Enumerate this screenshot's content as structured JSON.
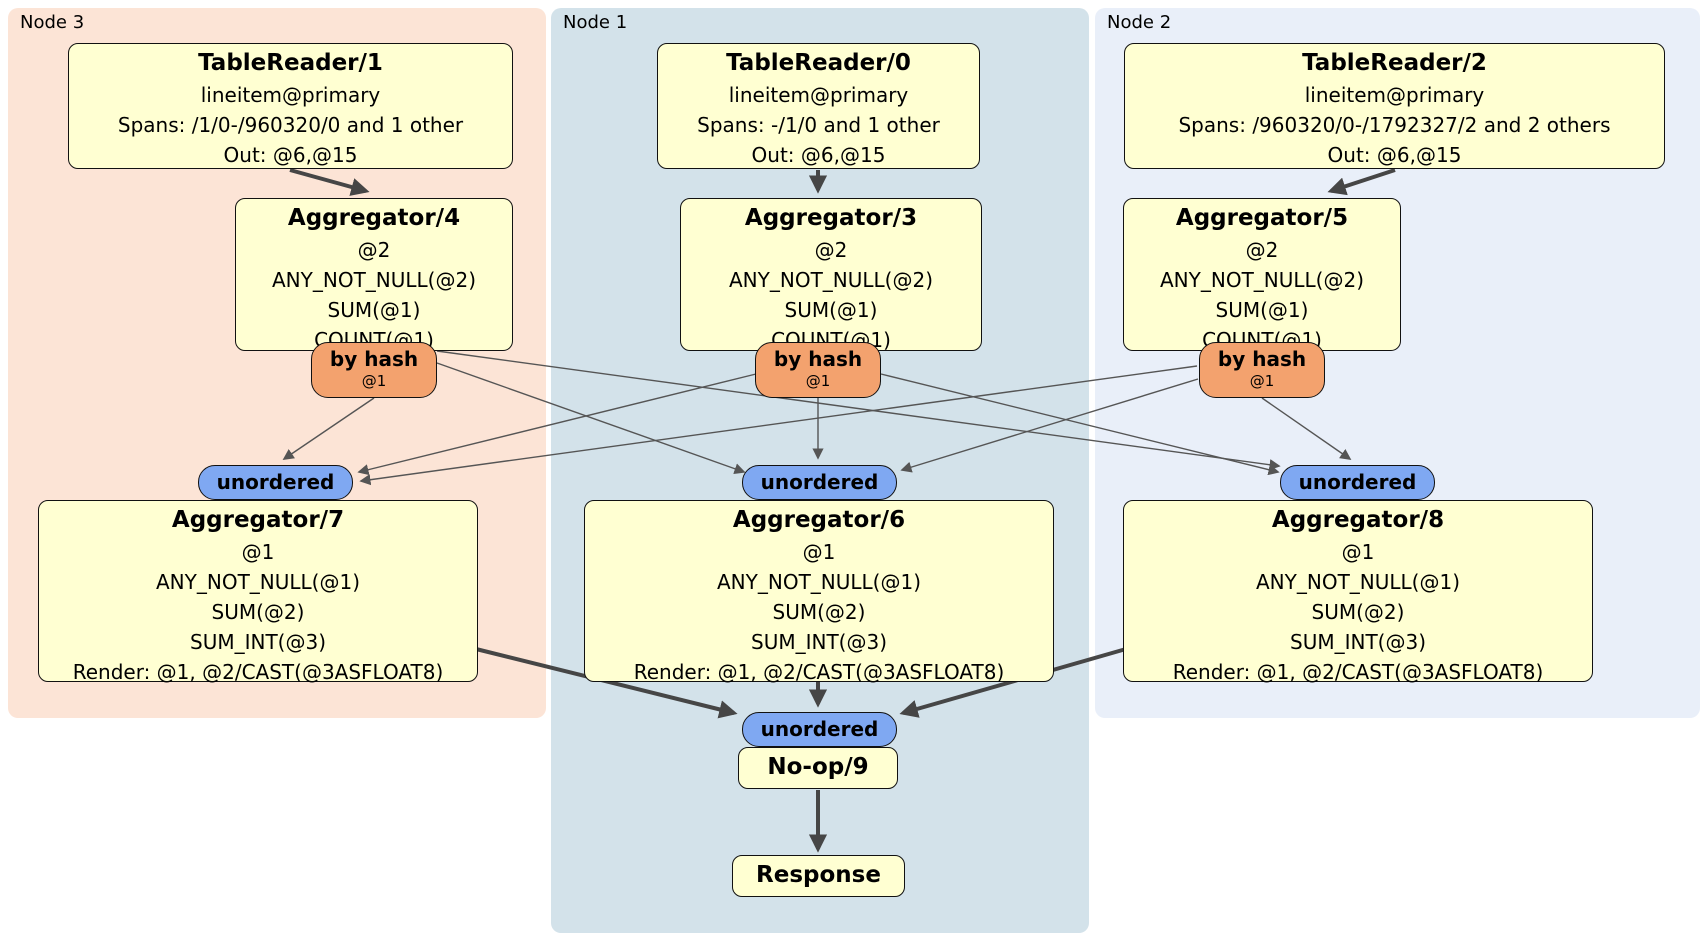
{
  "panels": {
    "node3": {
      "label": "Node 3"
    },
    "node1": {
      "label": "Node 1"
    },
    "node2": {
      "label": "Node 2"
    }
  },
  "processors": {
    "tr1": {
      "title": "TableReader/1",
      "lines": [
        "lineitem@primary",
        "Spans: /1/0-/960320/0 and 1 other",
        "Out: @6,@15"
      ]
    },
    "tr0": {
      "title": "TableReader/0",
      "lines": [
        "lineitem@primary",
        "Spans: -/1/0 and 1 other",
        "Out: @6,@15"
      ]
    },
    "tr2": {
      "title": "TableReader/2",
      "lines": [
        "lineitem@primary",
        "Spans: /960320/0-/1792327/2 and 2 others",
        "Out: @6,@15"
      ]
    },
    "agg4": {
      "title": "Aggregator/4",
      "lines": [
        "@2",
        "ANY_NOT_NULL(@2)",
        "SUM(@1)",
        "COUNT(@1)"
      ]
    },
    "agg3": {
      "title": "Aggregator/3",
      "lines": [
        "@2",
        "ANY_NOT_NULL(@2)",
        "SUM(@1)",
        "COUNT(@1)"
      ]
    },
    "agg5": {
      "title": "Aggregator/5",
      "lines": [
        "@2",
        "ANY_NOT_NULL(@2)",
        "SUM(@1)",
        "COUNT(@1)"
      ]
    },
    "agg7": {
      "title": "Aggregator/7",
      "lines": [
        "@1",
        "ANY_NOT_NULL(@1)",
        "SUM(@2)",
        "SUM_INT(@3)",
        "Render: @1, @2/CAST(@3ASFLOAT8)"
      ]
    },
    "agg6": {
      "title": "Aggregator/6",
      "lines": [
        "@1",
        "ANY_NOT_NULL(@1)",
        "SUM(@2)",
        "SUM_INT(@3)",
        "Render: @1, @2/CAST(@3ASFLOAT8)"
      ]
    },
    "agg8": {
      "title": "Aggregator/8",
      "lines": [
        "@1",
        "ANY_NOT_NULL(@1)",
        "SUM(@2)",
        "SUM_INT(@3)",
        "Render: @1, @2/CAST(@3ASFLOAT8)"
      ]
    },
    "noop": {
      "title": "No-op/9"
    },
    "response": {
      "title": "Response"
    }
  },
  "routers": {
    "node3": {
      "label": "by hash",
      "sublabel": "@1"
    },
    "node1": {
      "label": "by hash",
      "sublabel": "@1"
    },
    "node2": {
      "label": "by hash",
      "sublabel": "@1"
    }
  },
  "streams": {
    "left": {
      "label": "unordered"
    },
    "center": {
      "label": "unordered"
    },
    "right": {
      "label": "unordered"
    },
    "final": {
      "label": "unordered"
    }
  },
  "colors": {
    "panel_node3_bg": "#fce4d6",
    "panel_node1_bg": "#d3e2ea",
    "panel_node2_bg": "#e9eff9",
    "processor_bg": "#ffffd2",
    "router_bg": "#f3a26e",
    "stream_bg": "#7fa8f2",
    "edge_thin": "#555555",
    "edge_thick": "#464646"
  }
}
